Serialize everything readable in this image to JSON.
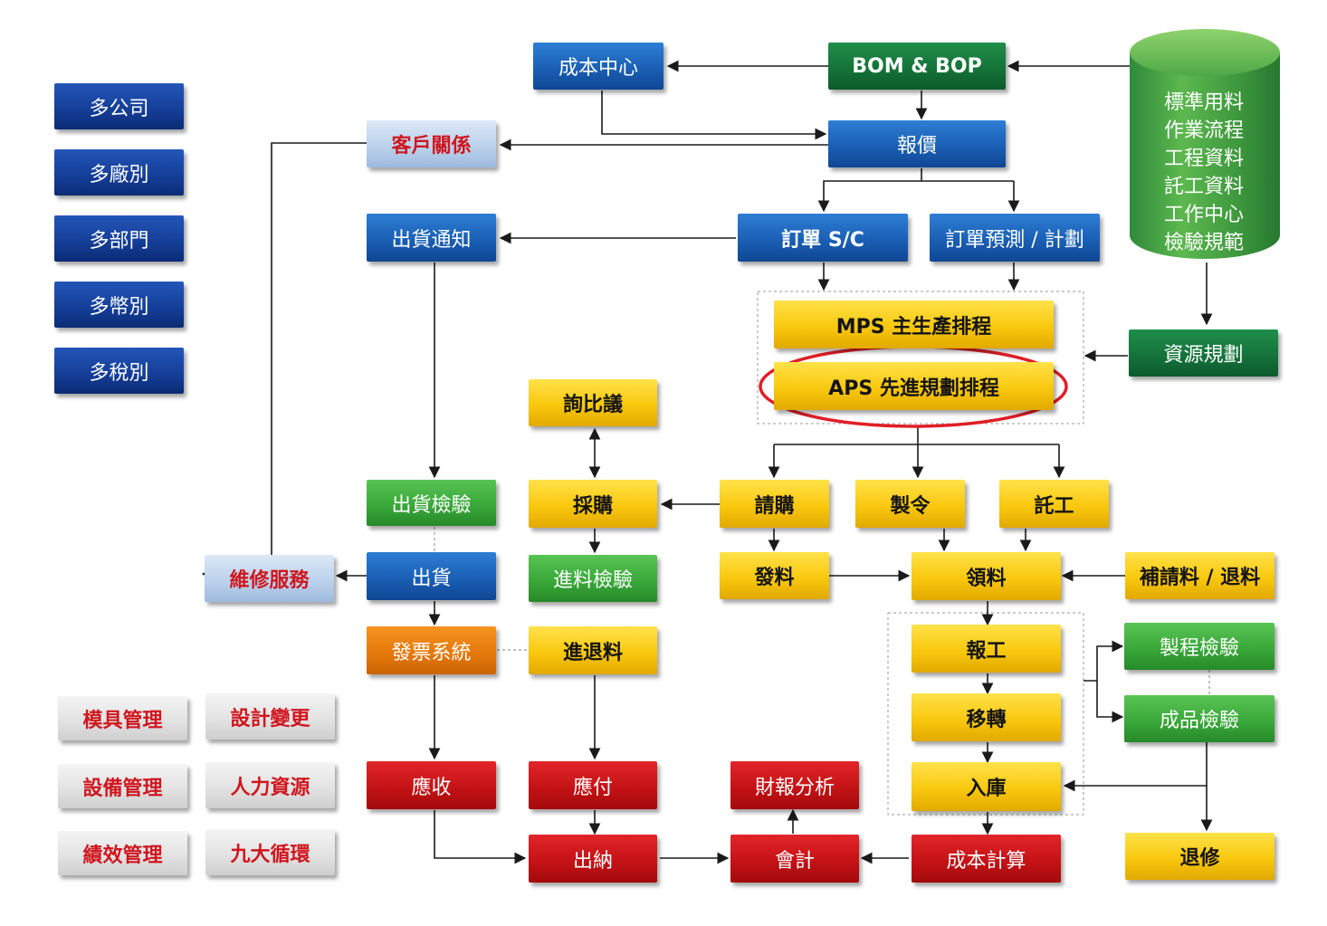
{
  "colors": {
    "blue": "#1a5fb5",
    "navy": "#153f99",
    "dark_green": "#157339",
    "light_green": "#3aa83a",
    "yellow": "#f9c80e",
    "red": "#c51216",
    "orange": "#e67a0c",
    "light_blue": "#bcd2ec",
    "grey": "#e3e3e3",
    "label_red": "#d0161e",
    "highlight_ellipse": "#e01f26"
  },
  "left_column": {
    "company": "多公司",
    "factory": "多廠別",
    "department": "多部門",
    "currency": "多幣別",
    "tax": "多稅別"
  },
  "modules": {
    "mold": "模具管理",
    "design_change": "設計變更",
    "equipment": "設備管理",
    "hr": "人力資源",
    "performance": "績效管理",
    "nine_cycles": "九大循環"
  },
  "flow": {
    "cost_center": "成本中心",
    "bom_bop": "BOM & BOP",
    "customer_relations": "客戶關係",
    "quotation": "報價",
    "shipping_notice": "出貨通知",
    "order_sc": "訂單 S/C",
    "order_forecast": "訂單預測 / 計劃",
    "mps": "MPS 主生產排程",
    "aps": "APS 先進規劃排程",
    "resource_planning": "資源規劃",
    "inquiry": "詢比議",
    "shipping_inspection": "出貨檢驗",
    "purchasing": "採購",
    "purchase_request": "請購",
    "work_order": "製令",
    "outsourcing": "託工",
    "repair_service": "維修服務",
    "shipping": "出貨",
    "incoming_inspection": "進料檢驗",
    "issue_material": "發料",
    "material_picking": "領料",
    "supplement_return": "補請料 / 退料",
    "invoice_system": "發票系統",
    "return_material": "進退料",
    "report_work": "報工",
    "process_inspection": "製程檢驗",
    "transfer": "移轉",
    "finished_inspection": "成品檢驗",
    "warehousing": "入庫",
    "receivable": "應收",
    "payable": "應付",
    "financial_analysis": "財報分析",
    "cashier": "出納",
    "accounting": "會計",
    "cost_calculation": "成本計算",
    "rework": "退修"
  },
  "database": {
    "items": [
      "標準用料",
      "作業流程",
      "工程資料",
      "託工資料",
      "工作中心",
      "檢驗規範"
    ]
  }
}
